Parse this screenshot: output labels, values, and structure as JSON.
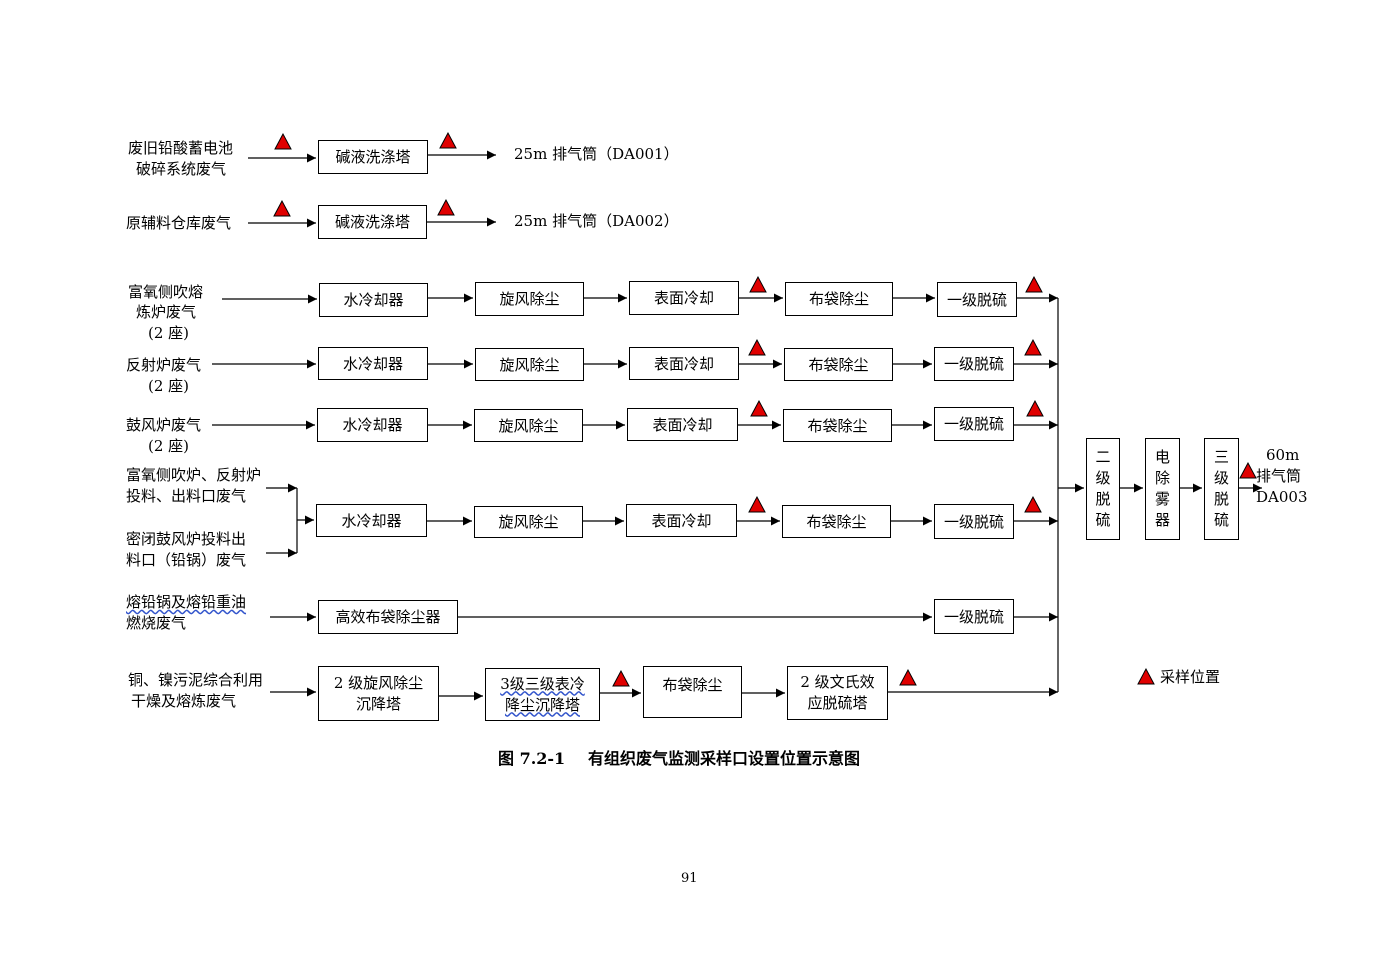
{
  "sources": {
    "s1": [
      "废旧铅酸蓄电池",
      "破碎系统废气"
    ],
    "s2": "原辅料仓库废气",
    "s3": [
      "富氧侧吹熔",
      "炼炉废气",
      "(2 座)"
    ],
    "s4": [
      "反射炉废气",
      "(2 座)"
    ],
    "s5": [
      "鼓风炉废气",
      "(2 座)"
    ],
    "s6a": [
      "富氧侧吹炉、反射炉",
      "投料、出料口废气"
    ],
    "s6b": [
      "密闭鼓风炉投料出",
      "料口（铅锅）废气"
    ],
    "s7": [
      "熔铅锅及熔铅重油",
      "燃烧废气"
    ],
    "s8": [
      "铜、镍污泥综合利用",
      "干燥及熔炼废气"
    ]
  },
  "processes": {
    "alkali_wash": "碱液洗涤塔",
    "water_cooler": "水冷却器",
    "cyclone": "旋风除尘",
    "surface_cooling": "表面冷却",
    "bag_filter": "布袋除尘",
    "primary_desulf": "一级脱硫",
    "hi_bag_filter": "高效布袋除尘器",
    "cyclone2": [
      "2 级旋风除尘",
      "沉降塔"
    ],
    "cyclone3": [
      "3级三级表冷",
      "降尘沉降塔"
    ],
    "venturi": [
      "2 级文氏效",
      "应脱硫塔"
    ],
    "secondary_desulf": [
      "二",
      "级",
      "脱",
      "硫"
    ],
    "demister": [
      "电",
      "除",
      "雾",
      "器"
    ],
    "tertiary_desulf": [
      "三",
      "级",
      "脱",
      "硫"
    ]
  },
  "outlets": {
    "da001": "25m 排气筒（DA001）",
    "da002": "25m 排气筒（DA002）",
    "da003": [
      "60m",
      "排气筒",
      "DA003"
    ]
  },
  "legend": {
    "label": "采样位置",
    "marker_color": "#e00000"
  },
  "caption": {
    "number": "图 7.2-1",
    "title": "有组织废气监测采样口设置位置示意图"
  },
  "page_number": "91",
  "colors": {
    "line": "#000000",
    "marker": "#e00000"
  }
}
